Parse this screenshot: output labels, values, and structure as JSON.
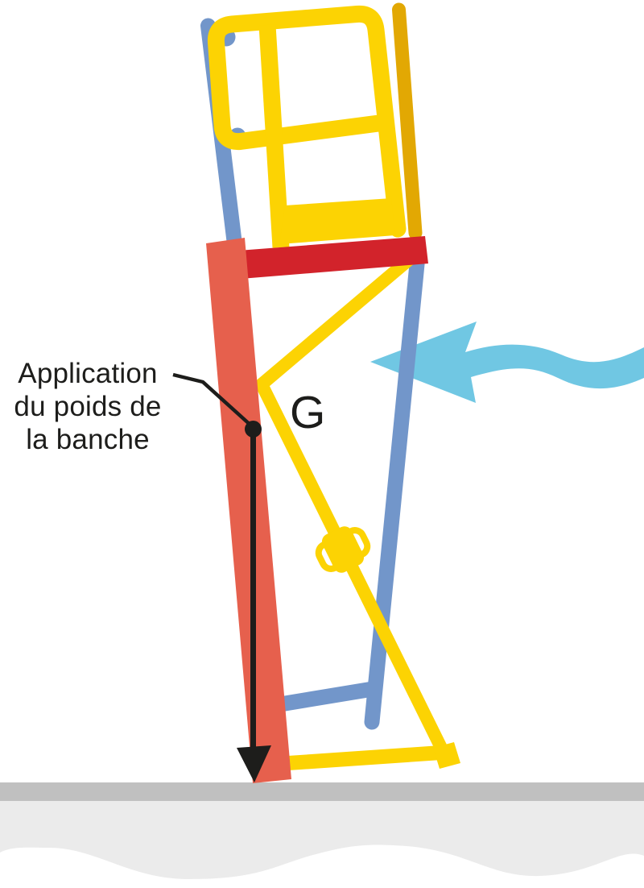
{
  "diagram": {
    "annotation": {
      "lines": [
        "Application",
        "du poids de",
        "la banche"
      ],
      "full_text": "Application du poids de la banche"
    },
    "center_of_gravity_label": "G"
  },
  "colors": {
    "yellow": "#FCD303",
    "dark_yellow": "#E2A803",
    "blue": "#7296CA",
    "wind_blue": "#70C7E3",
    "panel_salmon": "#E6604D",
    "beam_red": "#D2232B",
    "black": "#1D1D1B",
    "ground_dark": "#C0C0C0",
    "ground_light": "#EBEBEB",
    "background": "#FFFFFF"
  }
}
